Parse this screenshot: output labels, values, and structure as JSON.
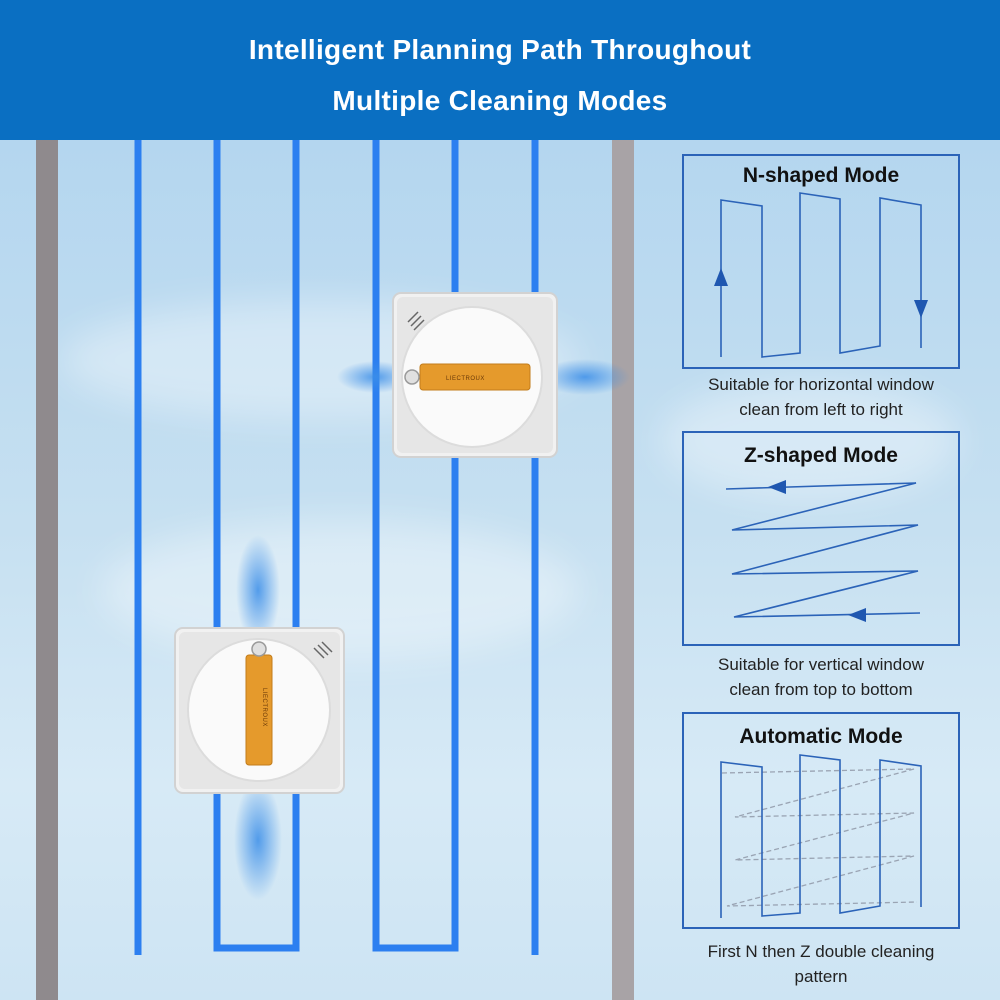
{
  "header": {
    "line1": "Intelligent Planning Path Throughout",
    "line2": "Multiple Cleaning Modes"
  },
  "robot": {
    "brand": "LIECTROUX",
    "handle_color": "#e59a2c"
  },
  "modes": [
    {
      "title": "N-shaped Mode",
      "description_line1": "Suitable for horizontal window",
      "description_line2": "clean from left to right"
    },
    {
      "title": "Z-shaped Mode",
      "description_line1": "Suitable for vertical window",
      "description_line2": "clean from top to bottom"
    },
    {
      "title": "Automatic Mode",
      "description_line1": "First N then Z double cleaning",
      "description_line2": "pattern"
    }
  ],
  "colors": {
    "header_bg": "#0a6fc2",
    "path_blue": "#2c7ff0",
    "diagram_blue": "#2b63b8"
  }
}
